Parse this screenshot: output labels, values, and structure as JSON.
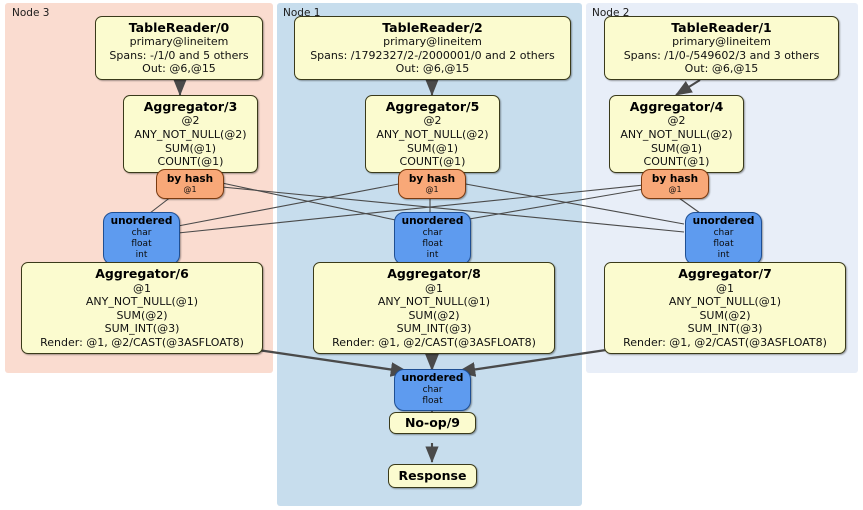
{
  "diagram": {
    "type": "distributed-query-plan",
    "colors": {
      "node3_panel": "#fadcd0",
      "node1_panel": "#c7dded",
      "node2_panel": "#e8eef8",
      "processor_fill": "#fbfbcf",
      "processor_stroke": "#3a3a1a",
      "hash_router_fill": "#f8a878",
      "hash_router_stroke": "#7a3a10",
      "unordered_fill": "#5e9bef",
      "unordered_stroke": "#1f4f93",
      "edge": "#4a4a4a"
    }
  },
  "panels": [
    {
      "id": "node3",
      "label": "Node 3"
    },
    {
      "id": "node1",
      "label": "Node 1"
    },
    {
      "id": "node2",
      "label": "Node 2"
    }
  ],
  "processors": {
    "table_reader_0": {
      "title": "TableReader/0",
      "lines": [
        "primary@lineitem",
        "Spans: -/1/0 and 5 others",
        "Out: @6,@15"
      ]
    },
    "table_reader_2": {
      "title": "TableReader/2",
      "lines": [
        "primary@lineitem",
        "Spans: /1792327/2-/2000001/0 and 2 others",
        "Out: @6,@15"
      ]
    },
    "table_reader_1": {
      "title": "TableReader/1",
      "lines": [
        "primary@lineitem",
        "Spans: /1/0-/549602/3 and 3 others",
        "Out: @6,@15"
      ]
    },
    "aggregator_3": {
      "title": "Aggregator/3",
      "lines": [
        "@2",
        "ANY_NOT_NULL(@2)",
        "SUM(@1)",
        "COUNT(@1)"
      ]
    },
    "aggregator_5": {
      "title": "Aggregator/5",
      "lines": [
        "@2",
        "ANY_NOT_NULL(@2)",
        "SUM(@1)",
        "COUNT(@1)"
      ]
    },
    "aggregator_4": {
      "title": "Aggregator/4",
      "lines": [
        "@2",
        "ANY_NOT_NULL(@2)",
        "SUM(@1)",
        "COUNT(@1)"
      ]
    },
    "aggregator_6": {
      "title": "Aggregator/6",
      "lines": [
        "@1",
        "ANY_NOT_NULL(@1)",
        "SUM(@2)",
        "SUM_INT(@3)",
        "Render: @1, @2/CAST(@3ASFLOAT8)"
      ]
    },
    "aggregator_8": {
      "title": "Aggregator/8",
      "lines": [
        "@1",
        "ANY_NOT_NULL(@1)",
        "SUM(@2)",
        "SUM_INT(@3)",
        "Render: @1, @2/CAST(@3ASFLOAT8)"
      ]
    },
    "aggregator_7": {
      "title": "Aggregator/7",
      "lines": [
        "@1",
        "ANY_NOT_NULL(@1)",
        "SUM(@2)",
        "SUM_INT(@3)",
        "Render: @1, @2/CAST(@3ASFLOAT8)"
      ]
    },
    "noop_9": {
      "title": "No-op/9",
      "lines": []
    },
    "response": {
      "title": "Response",
      "lines": []
    }
  },
  "routers": {
    "by_hash_left": {
      "title": "by hash",
      "detail": "@1"
    },
    "by_hash_middle": {
      "title": "by hash",
      "detail": "@1"
    },
    "by_hash_right": {
      "title": "by hash",
      "detail": "@1"
    }
  },
  "synchronizers": {
    "unordered_left": {
      "title": "unordered",
      "types": [
        "char",
        "float",
        "int"
      ]
    },
    "unordered_middle": {
      "title": "unordered",
      "types": [
        "char",
        "float",
        "int"
      ]
    },
    "unordered_right": {
      "title": "unordered",
      "types": [
        "char",
        "float",
        "int"
      ]
    },
    "unordered_final": {
      "title": "unordered",
      "types": [
        "char",
        "float"
      ]
    }
  }
}
